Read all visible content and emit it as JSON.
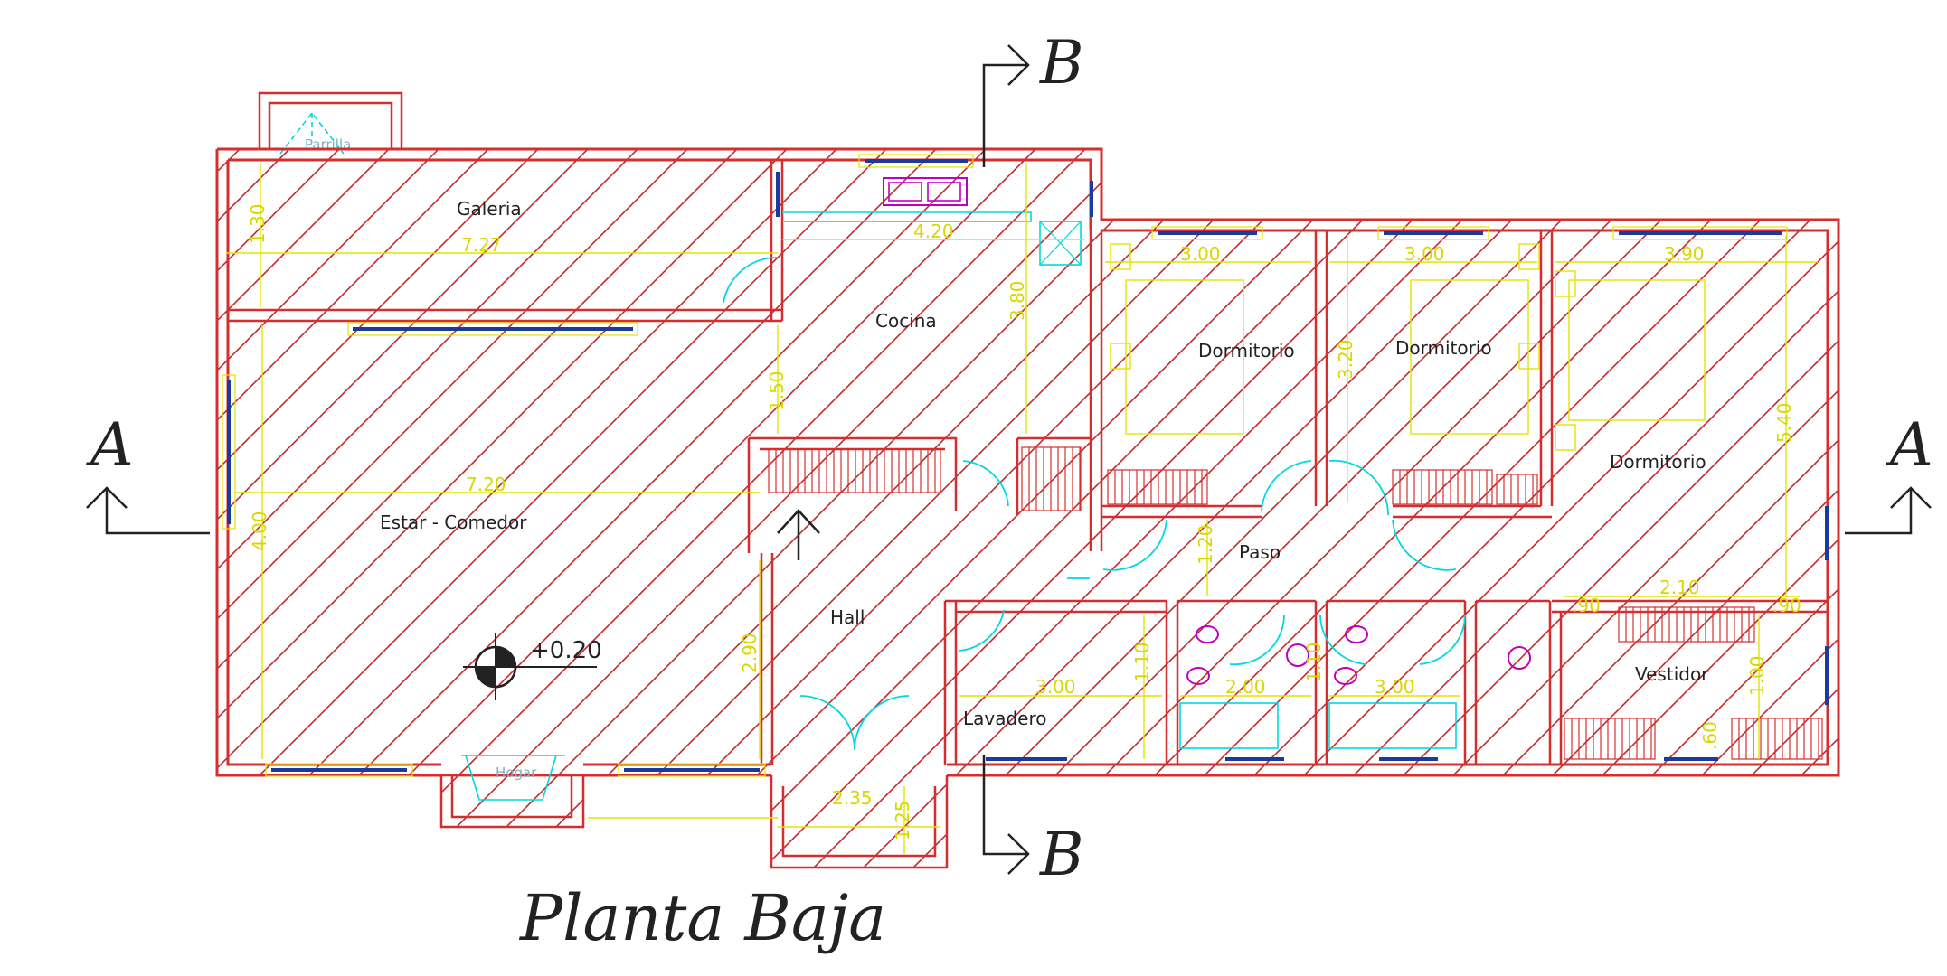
{
  "title": "Planta Baja",
  "level": "+0.20",
  "sections": {
    "a": "A",
    "b": "B"
  },
  "rooms": {
    "galeria": "Galeria",
    "cocina": "Cocina",
    "estar": "Estar - Comedor",
    "hall": "Hall",
    "lavadero": "Lavadero",
    "paso": "Paso",
    "dormitorio_1": "Dormitorio",
    "dormitorio_2": "Dormitorio",
    "dormitorio_3": "Dormitorio",
    "vestidor": "Vestidor"
  },
  "fixtures": {
    "parrilla": "Parrilla",
    "hogar": "Hogar"
  },
  "dimensions": {
    "galeria_h": "1.30",
    "galeria_w": "7.27",
    "cocina_w": "4.20",
    "cocina_h": "3.80",
    "hall_top": "1.50",
    "estar_w": "7.20",
    "estar_h": "4.00",
    "hall_h": "2.90",
    "dorm1_w": "3.00",
    "dorm2_w": "3.00",
    "dorm3_w": "3.90",
    "dorm2_h": "3.20",
    "dorm3_h": "5.40",
    "paso_h": "1.20",
    "lav_w": "3.00",
    "lav_h": "1.10",
    "bano1_w": "2.00",
    "bano1_h": "1.10",
    "bano2_w": "3.00",
    "vest_w": "2.10",
    "vest_l": ".90",
    "vest_r": ".90",
    "vest_h": "1.00",
    "vest_small": ".60",
    "entrada_w": "2.35",
    "entrada_h": "1.25"
  },
  "colors": {
    "wall": "#d62e2e",
    "hatch": "#c4282a",
    "dimension": "#e4e400",
    "window": "#1a3a9c",
    "fixture": "#00d8e0",
    "sanitary": "#c000c0",
    "ink": "#222222"
  }
}
